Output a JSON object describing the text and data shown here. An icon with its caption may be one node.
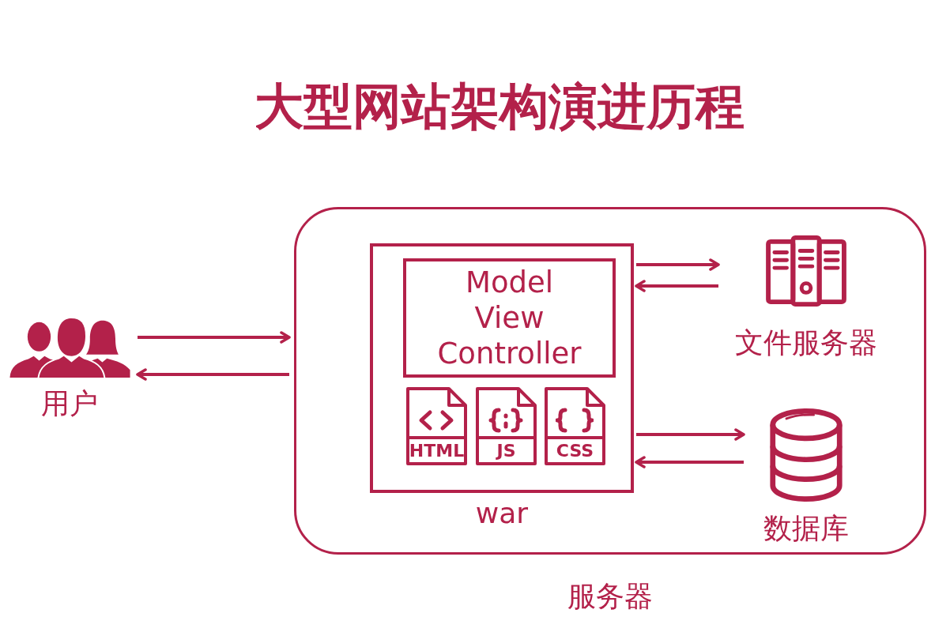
{
  "diagram": {
    "title": "大型网站架构演进历程",
    "nodes": [
      {
        "text": [
          "用户"
        ]
      },
      {
        "text": [
          "服务器"
        ]
      },
      {
        "text": [
          "war"
        ],
        "in": 1
      },
      {
        "text": [
          "Model View Controller"
        ],
        "in": 2
      },
      {
        "text": [
          "HTML"
        ],
        "in": 2
      },
      {
        "text": [
          "JS"
        ],
        "in": 2
      },
      {
        "text": [
          "CSS"
        ],
        "in": 2
      },
      {
        "text": [
          "文件服务器"
        ],
        "in": 1
      },
      {
        "text": [
          "数据库"
        ],
        "in": 1
      }
    ],
    "edges": [
      {
        "from": 0,
        "to": 1,
        "arrow": "to"
      },
      {
        "from": 1,
        "to": 0,
        "arrow": "to"
      },
      {
        "from": 2,
        "to": 7,
        "arrow": "to"
      },
      {
        "from": 7,
        "to": 2,
        "arrow": "to"
      },
      {
        "from": 2,
        "to": 8,
        "arrow": "to"
      },
      {
        "from": 8,
        "to": 2,
        "arrow": "to"
      }
    ]
  }
}
